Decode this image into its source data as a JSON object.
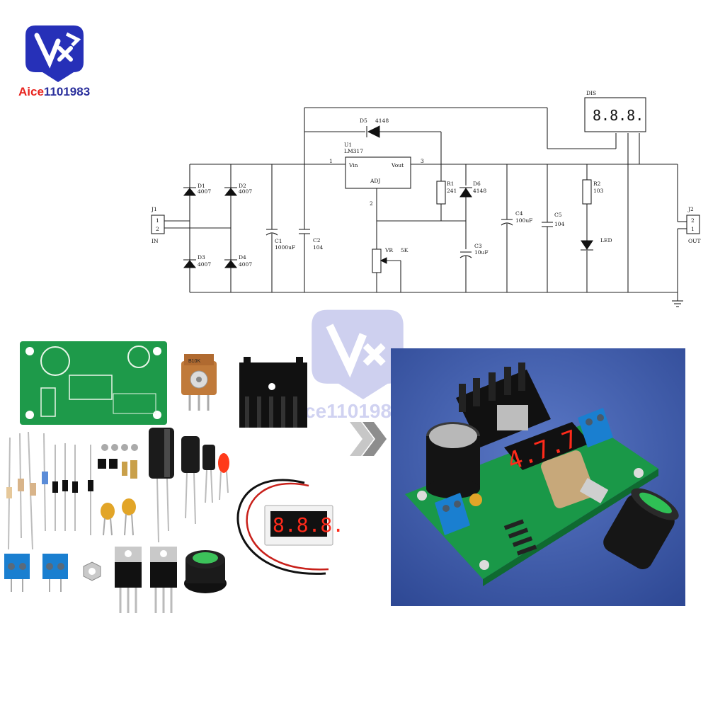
{
  "brand": {
    "prefix": "Aice",
    "suffix": "1101983"
  },
  "watermark": {
    "text": "Aice1101983"
  },
  "schematic": {
    "display_ref": "DIS",
    "display_digits": "8.8.8.",
    "u1_ref": "U1",
    "u1_part": "LM317",
    "u1_vin": "Vin",
    "u1_vout": "Vout",
    "u1_adj": "ADJ",
    "pin1": "1",
    "pin2": "2",
    "pin3": "3",
    "d5_ref": "D5",
    "d5_val": "4148",
    "d1_ref": "D1",
    "d1_val": "4007",
    "d2_ref": "D2",
    "d2_val": "4007",
    "d3_ref": "D3",
    "d3_val": "4007",
    "d4_ref": "D4",
    "d4_val": "4007",
    "d6_ref": "D6",
    "d6_val": "4148",
    "r1_ref": "R1",
    "r1_val": "241",
    "r2_ref": "R2",
    "r2_val": "103",
    "c1_ref": "C1",
    "c1_val": "1000uF",
    "c2_ref": "C2",
    "c2_val": "104",
    "c3_ref": "C3",
    "c3_val": "10uF",
    "c4_ref": "C4",
    "c4_val": "100uF",
    "c5_ref": "C5",
    "c5_val": "104",
    "vr_ref": "VR",
    "vr_val": "5K",
    "led_ref": "LED",
    "j1_ref": "J1",
    "j1_p1": "1",
    "j1_p2": "2",
    "j1_label": "IN",
    "j2_ref": "J2",
    "j2_p1": "2",
    "j2_p2": "1",
    "j2_label": "OUT"
  },
  "parts": {
    "pot_label": "B10K",
    "voltmeter_digits": "8.8.8.",
    "photo_display": "4.7.7"
  },
  "colors": {
    "pcb_green": "#1e9a4a",
    "brand_red": "#e8231e",
    "brand_blue": "#2a2f9c",
    "terminal_blue": "#1a7fd0",
    "led_red": "#ff2a1a",
    "photo_bg": "#3c5aa8"
  }
}
